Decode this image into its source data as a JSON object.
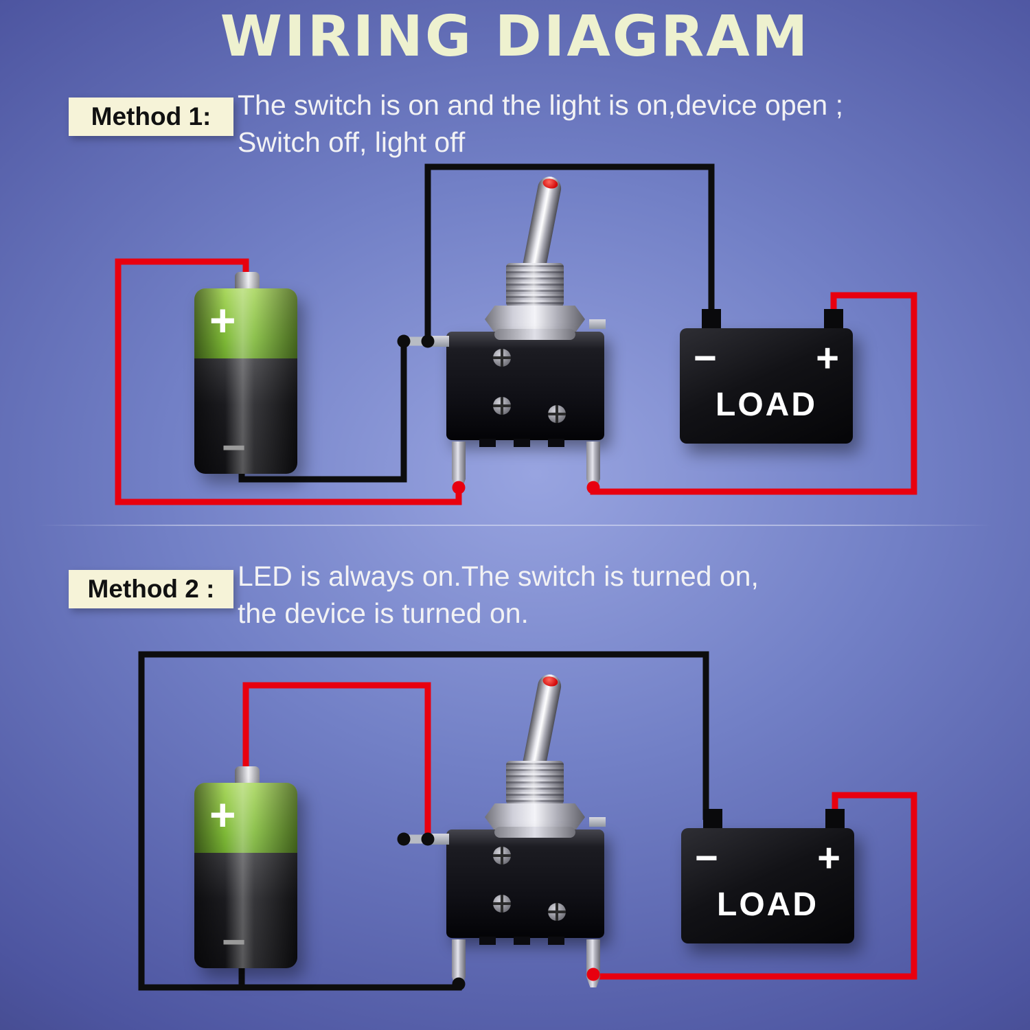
{
  "title": "WIRING DIAGRAM",
  "colors": {
    "title_text": "#eef1cf",
    "label_background": "#f6f3d8",
    "wire_red": "#e8000f",
    "wire_black": "#0d0d0d",
    "terminal_gray": "#b8bcc4",
    "battery_green": "#8dc63f"
  },
  "method1": {
    "label": "Method 1:",
    "description_line1": "The switch is on and the light is on,device open ;",
    "description_line2": "Switch off, light off"
  },
  "method2": {
    "label": "Method 2 :",
    "description_line1": "LED is always on.The switch is turned on,",
    "description_line2": "the device is turned on."
  },
  "battery": {
    "plus": "+",
    "minus": "−"
  },
  "load": {
    "minus": "−",
    "plus": "+",
    "label": "LOAD"
  }
}
